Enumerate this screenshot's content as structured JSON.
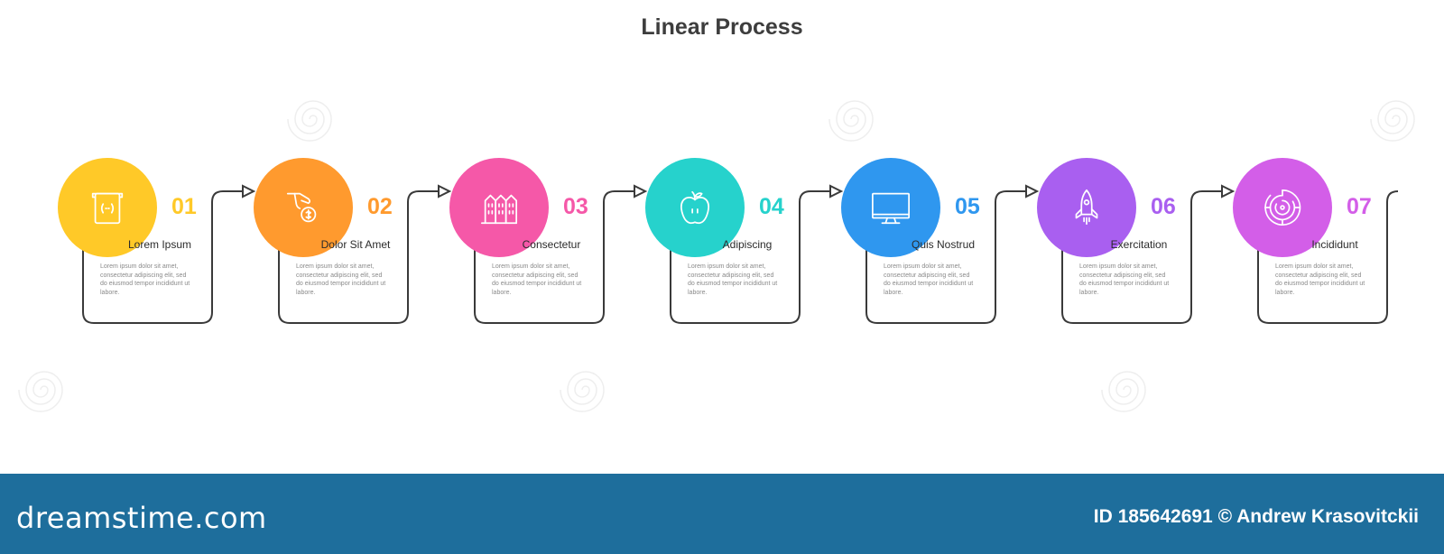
{
  "title": "Linear Process",
  "line_color": "#3a3a3a",
  "steps": [
    {
      "number": "01",
      "label": "Lorem Ipsum",
      "color": "#ffc928",
      "icon": "scroll-icon",
      "description": "Lorem ipsum dolor sit amet, consectetur adipiscing elit, sed do eiusmod tempor incididunt ut labore."
    },
    {
      "number": "02",
      "label": "Dolor Sit Amet",
      "color": "#ff9a2e",
      "icon": "hand-coin-icon",
      "description": "Lorem ipsum dolor sit amet, consectetur adipiscing elit, sed do eiusmod tempor incididunt ut labore."
    },
    {
      "number": "03",
      "label": "Consectetur",
      "color": "#f558a8",
      "icon": "buildings-icon",
      "description": "Lorem ipsum dolor sit amet, consectetur adipiscing elit, sed do eiusmod tempor incididunt ut labore."
    },
    {
      "number": "04",
      "label": "Adipiscing",
      "color": "#26d2cc",
      "icon": "apple-icon",
      "description": "Lorem ipsum dolor sit amet, consectetur adipiscing elit, sed do eiusmod tempor incididunt ut labore."
    },
    {
      "number": "05",
      "label": "Quis Nostrud",
      "color": "#2f97ef",
      "icon": "monitor-icon",
      "description": "Lorem ipsum dolor sit amet, consectetur adipiscing elit, sed do eiusmod tempor incididunt ut labore."
    },
    {
      "number": "06",
      "label": "Exercitation",
      "color": "#a95ff0",
      "icon": "rocket-icon",
      "description": "Lorem ipsum dolor sit amet, consectetur adipiscing elit, sed do eiusmod tempor incididunt ut labore."
    },
    {
      "number": "07",
      "label": "Incididunt",
      "color": "#d35ee8",
      "icon": "maze-icon",
      "description": "Lorem ipsum dolor sit amet, consectetur adipiscing elit, sed do eiusmod tempor incididunt ut labore."
    }
  ],
  "footer": {
    "logo_text": "dreamstime.com",
    "credit": "ID 185642691 © Andrew Krasovitckii",
    "background": "#1e6e9c"
  }
}
